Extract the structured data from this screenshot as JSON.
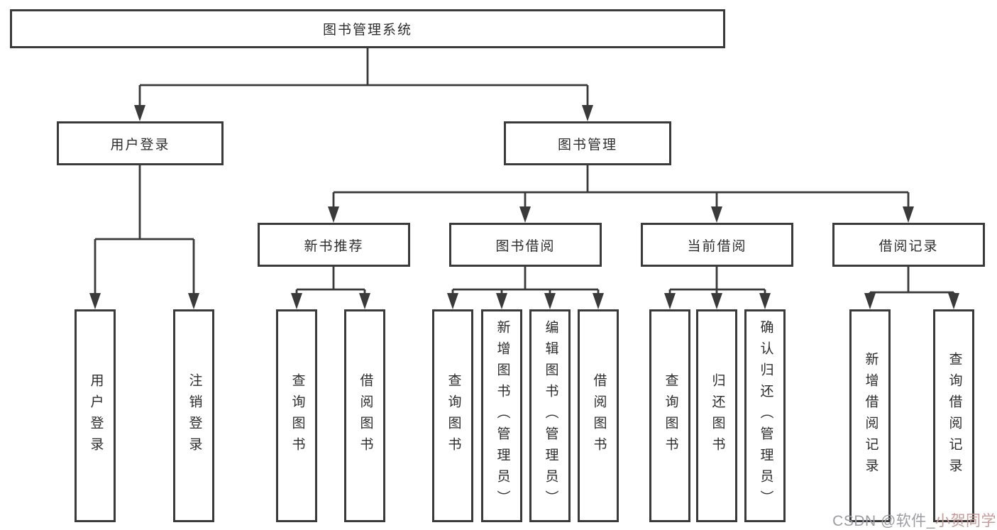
{
  "tree": {
    "root": "图书管理系统",
    "level1": [
      "用户登录",
      "图书管理"
    ],
    "level2": [
      "新书推荐",
      "图书借阅",
      "当前借阅",
      "借阅记录"
    ],
    "leaves_user_login": [
      "用户登录",
      "注销登录"
    ],
    "leaves_new_book": [
      "查询图书",
      "借阅图书"
    ],
    "leaves_borrow": [
      "查询图书",
      "新增图书（管理员）",
      "编辑图书（管理员）",
      "借阅图书"
    ],
    "leaves_current": [
      "查询图书",
      "归还图书",
      "确认归还（管理员）"
    ],
    "leaves_records": [
      "新增借阅记录",
      "查询借阅记录"
    ]
  },
  "watermark": {
    "prefix": "CSDN @软件_",
    "suffix": "小贺同学"
  },
  "colors": {
    "line": "#3a3a3a",
    "box_border": "#3a3a3a",
    "text": "#2d2d2d",
    "background": "#ffffff",
    "watermark_gray": "#9b9ba1",
    "watermark_red": "#c79b97"
  }
}
